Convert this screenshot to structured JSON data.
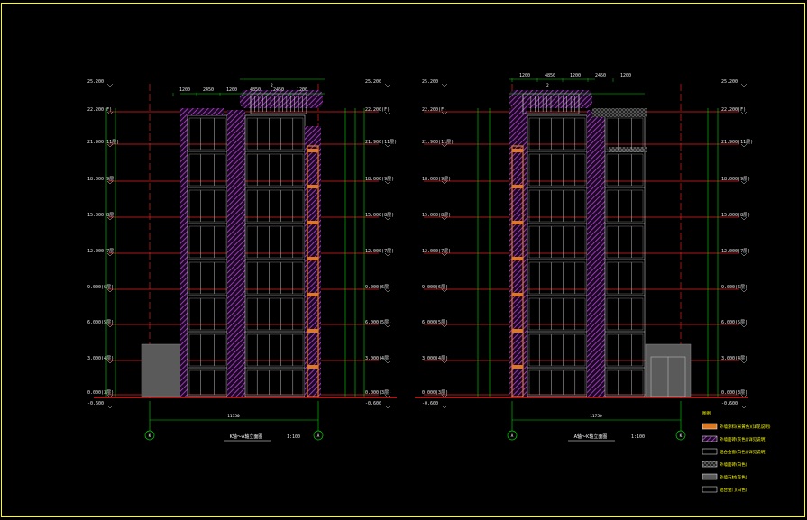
{
  "drawing": {
    "frame_color": "#ffff00",
    "level_line_color": "#e0201f",
    "grid_line_color": "#00d800",
    "hatch_color": "#c040e0",
    "window_line_color": "#d8d8d8"
  },
  "left_elevation": {
    "title": "K轴～A轴立面图",
    "scale": "1:100",
    "axis_left": "K",
    "axis_right": "A",
    "overall_width": "11750",
    "roof_label": "2",
    "top_dims": [
      "1200",
      "2450",
      "1200",
      "4850",
      "2450",
      "1200"
    ],
    "level_labels": [
      "25.200",
      "22.200(F)",
      "21.900(11层)",
      "18.000(9层)",
      "15.000(8层)",
      "12.000(7层)",
      "9.000(6层)",
      "6.000(5层)",
      "3.000(4层)",
      "0.000(3层)",
      "-0.600"
    ]
  },
  "right_elevation": {
    "title": "A轴～K轴立面图",
    "scale": "1:100",
    "axis_left": "A",
    "axis_right": "K",
    "overall_width": "11750",
    "roof_label": "2",
    "top_dims": [
      "1200",
      "4850",
      "1200",
      "2450",
      "1200"
    ],
    "level_labels": [
      "25.200",
      "22.200(F)",
      "21.900(11层)",
      "18.000(9层)",
      "15.000(8层)",
      "12.000(7层)",
      "9.000(6层)",
      "6.000(5层)",
      "3.000(4层)",
      "0.000(3层)",
      "-0.600"
    ]
  },
  "legend": {
    "title": "图例",
    "items": [
      {
        "swatch": "orange",
        "label": "外墙涂料(米黄色)(详见说明)"
      },
      {
        "swatch": "hatch-purple",
        "label": "外墙面砖(灰色)(详见说明)"
      },
      {
        "swatch": "outline",
        "label": "铝合金窗(白色)(详见说明)"
      },
      {
        "swatch": "cross",
        "label": "外墙面砖(白色)"
      },
      {
        "swatch": "gray",
        "label": "外墙石材(灰色)"
      },
      {
        "swatch": "outline",
        "label": "铝合金门(白色)"
      }
    ]
  }
}
